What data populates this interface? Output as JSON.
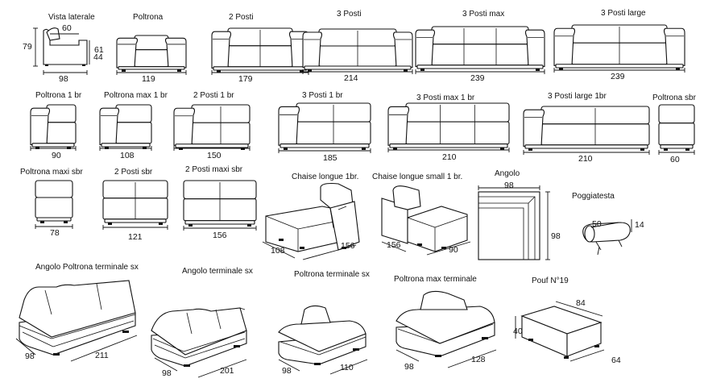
{
  "labels": {
    "vista_laterale": "Vista laterale",
    "poltrona": "Poltrona",
    "due_posti": "2 Posti",
    "tre_posti": "3 Posti",
    "tre_posti_max": "3 Posti max",
    "tre_posti_large": "3 Posti large",
    "poltrona_1br": "Poltrona 1 br",
    "poltrona_max_1br": "Poltrona max 1 br",
    "due_posti_1br": "2 Posti 1 br",
    "tre_posti_1br": "3 Posti 1 br",
    "tre_posti_max_1br": "3 Posti  max 1 br",
    "tre_posti_large_1br": "3 Posti large 1br",
    "poltrona_sbr": "Poltrona sbr",
    "poltrona_maxi_sbr": "Poltrona maxi sbr",
    "due_posti_sbr": "2 Posti sbr",
    "due_posti_maxi_sbr": "2 Posti  maxi sbr",
    "chaise_longue_1br": "Chaise longue 1br.",
    "chaise_longue_small_1br": "Chaise longue small 1 br.",
    "angolo": "Angolo",
    "poggiatesta": "Poggiatesta",
    "angolo_poltrona_terminale_sx": "Angolo Poltrona terminale sx",
    "angolo_terminale_sx": "Angolo  terminale  sx",
    "poltrona_terminale_sx": "Poltrona terminale sx",
    "poltrona_max_terminale": "Poltrona max terminale",
    "pouf": "Pouf  N°19"
  },
  "dims": {
    "side_top": "60",
    "side_height": "79",
    "side_seat": "61",
    "side_arm": "44",
    "side_depth": "98",
    "poltrona": "119",
    "due_posti": "179",
    "tre_posti": "214",
    "tre_posti_max": "239",
    "tre_posti_large": "239",
    "poltrona_1br": "90",
    "poltrona_max_1br": "108",
    "due_posti_1br": "150",
    "tre_posti_1br": "185",
    "tre_posti_max_1br": "210",
    "tre_posti_large_1br": "210",
    "poltrona_sbr": "60",
    "poltrona_maxi_sbr": "78",
    "due_posti_sbr": "121",
    "due_posti_maxi_sbr": "156",
    "chaise_depth": "108",
    "chaise_len": "156",
    "chaise_small_len": "156",
    "chaise_small_depth": "90",
    "angolo_w": "98",
    "angolo_h": "98",
    "poggiatesta_w": "50",
    "poggiatesta_h": "14",
    "apt_depth": "98",
    "apt_len": "211",
    "at_depth": "98",
    "at_len": "201",
    "pt_depth": "98",
    "pt_len": "110",
    "pmt_depth": "98",
    "pmt_len": "128",
    "pouf_w": "84",
    "pouf_h": "40",
    "pouf_d": "64"
  }
}
